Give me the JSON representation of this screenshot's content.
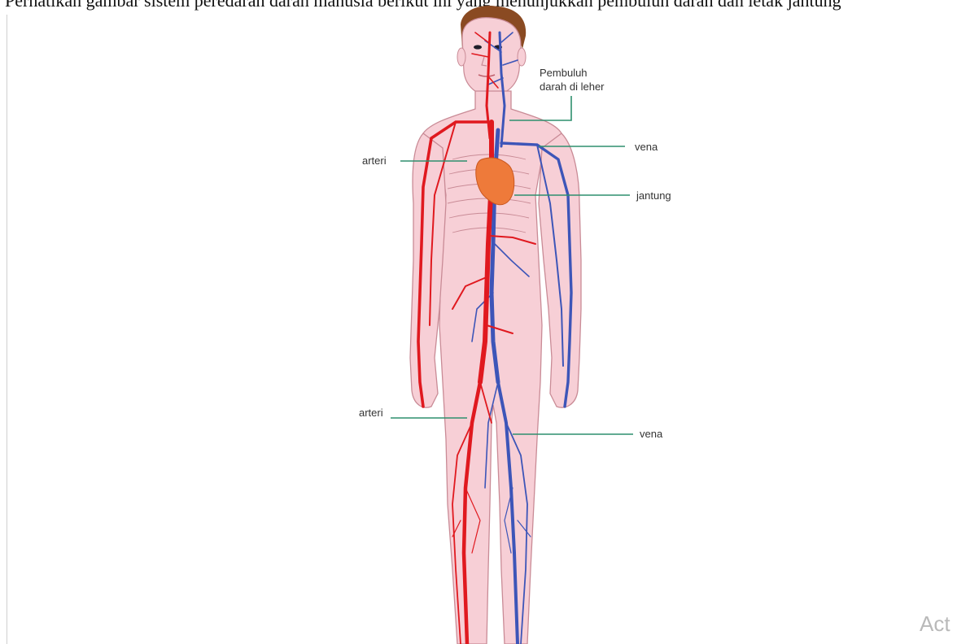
{
  "caption": "Perhatikan gambar sistem peredaran darah manusia berikut ini yang menunjukkan pembuluh darah dan letak jantung",
  "labels": {
    "neck_vessels_line1": "Pembuluh",
    "neck_vessels_line2": "darah di leher",
    "vena_upper": "vena",
    "arteri_upper": "arteri",
    "jantung": "jantung",
    "arteri_lower": "arteri",
    "vena_lower": "vena"
  },
  "watermark": "Act",
  "colors": {
    "skin": "#f7cfd6",
    "skin_outline": "#c98b96",
    "artery": "#e0191f",
    "vein": "#3d55b8",
    "heart": "#ee7a3a",
    "hair": "#8a4a22",
    "leader": "#2e8f6e"
  }
}
